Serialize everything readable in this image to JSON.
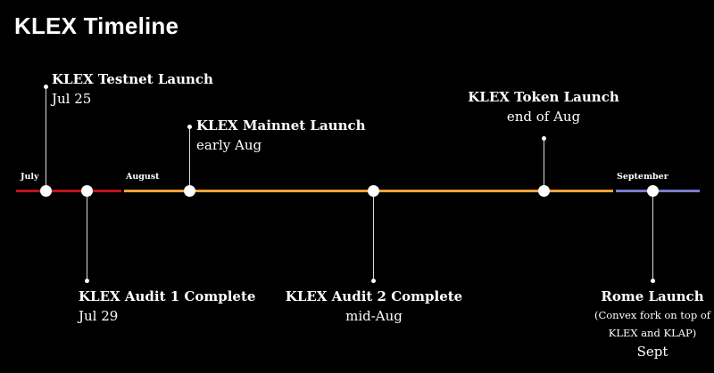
{
  "title": "KLEX Timeline",
  "colors": {
    "background": "#000000",
    "july_segment": "#c0121b",
    "august_segment": "#f4a23c",
    "september_segment": "#7b7bd0",
    "text": "#ffffff"
  },
  "months": {
    "july": "July",
    "august": "August",
    "september": "September"
  },
  "events": {
    "testnet": {
      "name": "KLEX Testnet Launch",
      "date": "Jul 25"
    },
    "audit1": {
      "name": "KLEX Audit 1 Complete",
      "date": "Jul 29"
    },
    "mainnet": {
      "name": "KLEX Mainnet Launch",
      "date": "early Aug"
    },
    "audit2": {
      "name": "KLEX Audit 2 Complete",
      "date": "mid-Aug"
    },
    "token": {
      "name": "KLEX Token Launch",
      "date": "end of Aug"
    },
    "rome": {
      "name": "Rome Launch",
      "note_line1": "(Convex fork on top of",
      "note_line2": "KLEX and KLAP)",
      "date": "Sept"
    }
  }
}
